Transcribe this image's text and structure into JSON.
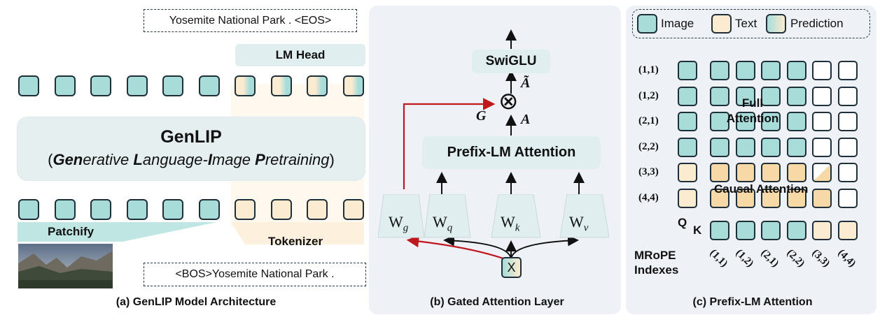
{
  "panel_a": {
    "output_text": "Yosemite National Park . <EOS>",
    "lm_head": "LM Head",
    "model_name": "GenLIP",
    "model_full_prefix": "(",
    "model_full_b1": "Gen",
    "model_full_t1": "erative ",
    "model_full_b2": "L",
    "model_full_t2": "anguage-",
    "model_full_b3": "I",
    "model_full_t3": "mage ",
    "model_full_b4": "P",
    "model_full_t4": "retraining",
    "model_full_suffix": ")",
    "patchify": "Patchify",
    "tokenizer": "Tokenizer",
    "input_text": "<BOS>Yosemite National Park .",
    "caption": "(a)  GenLIP Model Architecture",
    "top_tokens": [
      "image",
      "image",
      "image",
      "image",
      "image",
      "image",
      "prediction",
      "prediction",
      "prediction",
      "prediction"
    ],
    "bottom_tokens": [
      "image",
      "image",
      "image",
      "image",
      "image",
      "image",
      "text",
      "text",
      "text",
      "text"
    ]
  },
  "panel_b": {
    "swiglu": "SwiGLU",
    "a_tilde": "Ã",
    "a": "A",
    "g": "G",
    "otimes": "⊗",
    "attention": "Prefix-LM Attention",
    "w_g": "W",
    "w_g_sub": "g",
    "w_q": "W",
    "w_q_sub": "q",
    "w_k": "W",
    "w_k_sub": "k",
    "w_v": "W",
    "w_v_sub": "v",
    "x": "X",
    "caption": "(b)  Gated Attention Layer"
  },
  "panel_c": {
    "legend": [
      "Image",
      "Text",
      "Prediction"
    ],
    "row_labels": [
      "(1,1)",
      "(1,2)",
      "(2,1)",
      "(2,2)",
      "(3,3)",
      "(4,4)"
    ],
    "col_labels": [
      "(1,1)",
      "(1,2)",
      "(2,1)",
      "(2,2)",
      "(3,3)",
      "(4,4)"
    ],
    "row_types": [
      "image",
      "image",
      "image",
      "image",
      "text",
      "text"
    ],
    "col_types": [
      "image",
      "image",
      "image",
      "image",
      "text",
      "text"
    ],
    "full_attention": "Full Attention",
    "full_attention_l1": "Full",
    "full_attention_l2": "Attention",
    "causal_attention": "Causal Attention",
    "q": "Q",
    "k": "K",
    "mrope_l1": "MRoPE",
    "mrope_l2": "Indexes",
    "caption": "(c)  Prefix-LM Attention"
  },
  "colors": {
    "image": "#a8dcd9",
    "text": "#fbebd0",
    "border": "#1f2f3a",
    "panel": "#eef2f7",
    "red": "#c0161d"
  }
}
